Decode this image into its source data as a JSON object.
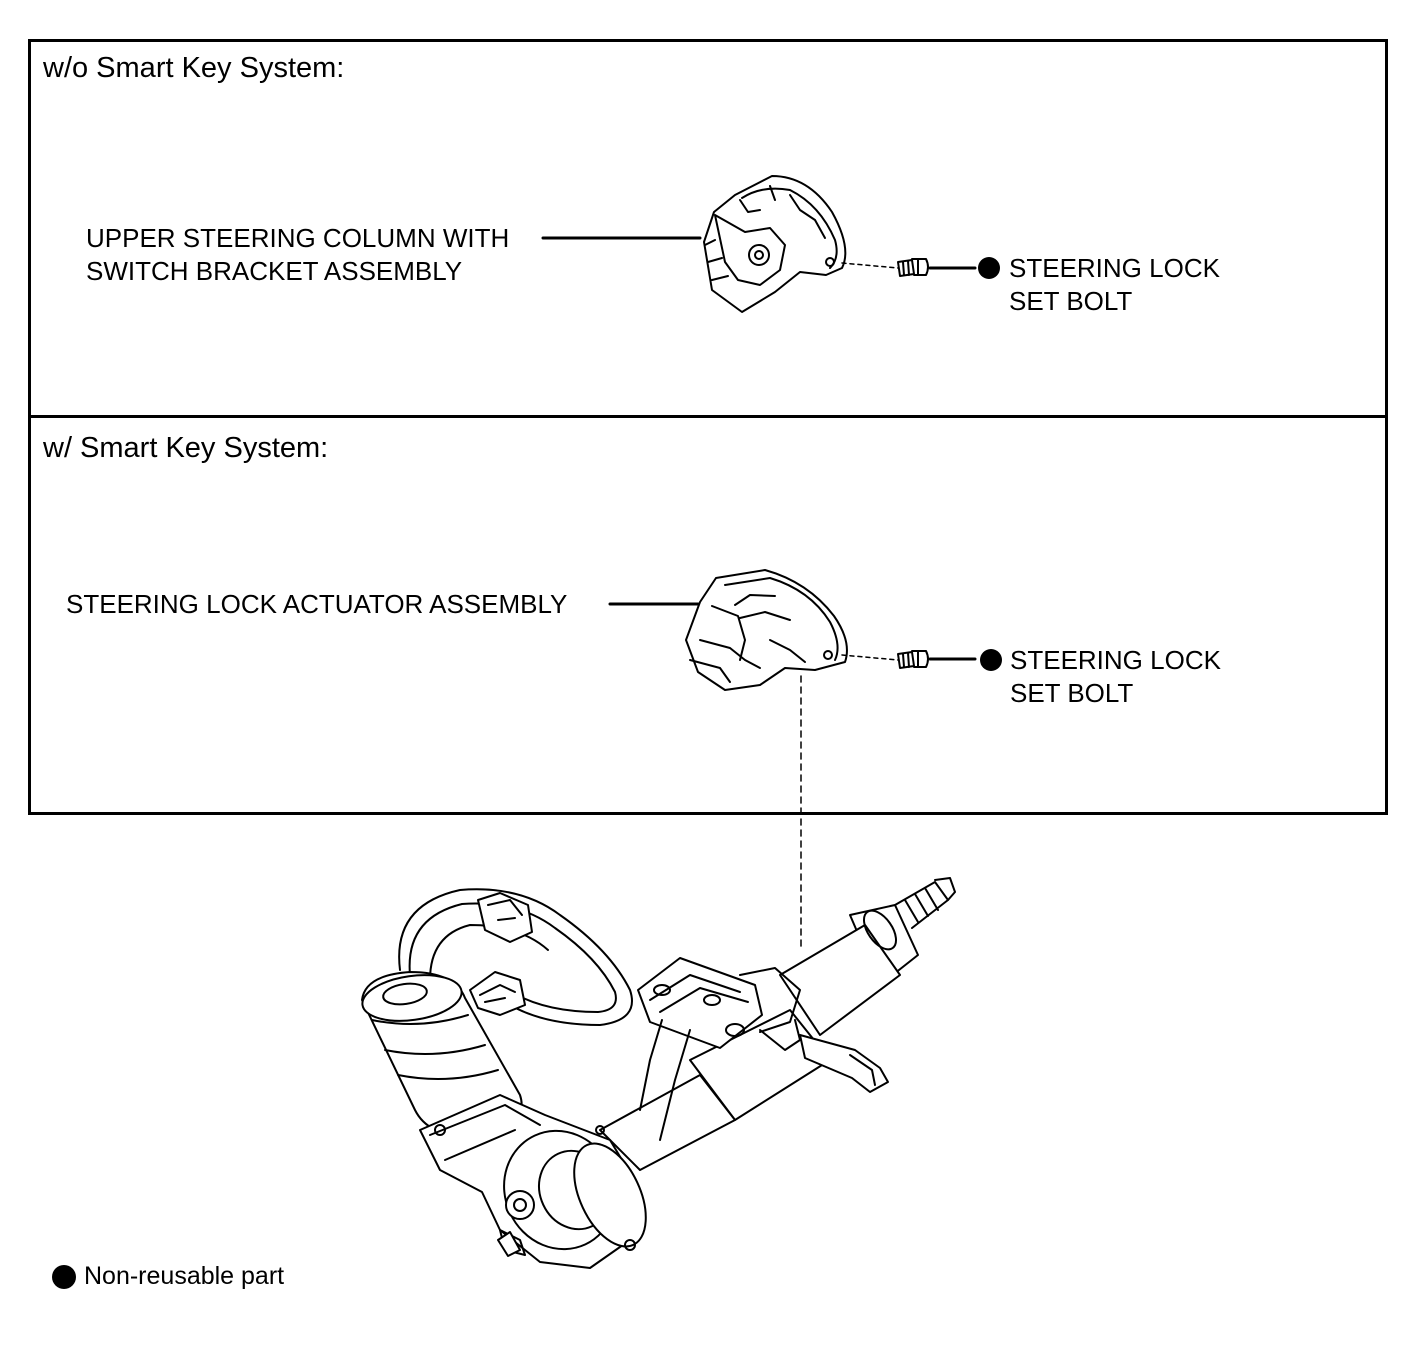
{
  "sections": [
    {
      "title": "w/o Smart Key System:",
      "part_label": "UPPER STEERING COLUMN WITH\nSWITCH BRACKET ASSEMBLY",
      "bolt_label": "STEERING LOCK\nSET BOLT"
    },
    {
      "title": "w/ Smart Key System:",
      "part_label": "STEERING LOCK ACTUATOR ASSEMBLY",
      "bolt_label": "STEERING LOCK\nSET BOLT"
    }
  ],
  "legend": {
    "icon": "filled-circle-icon",
    "text": "Non-reusable part"
  }
}
